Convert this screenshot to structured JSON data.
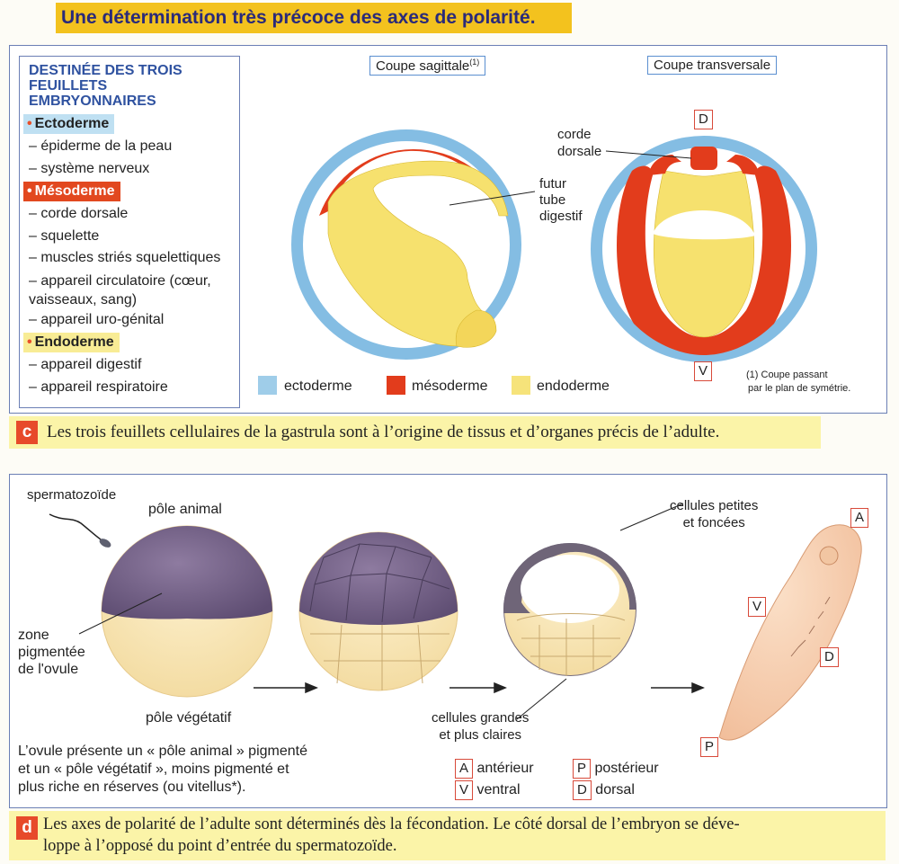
{
  "title": "Une détermination très précoce des axes de polarité.",
  "legend": {
    "title_lines": [
      "DESTINÉE DES TROIS",
      "FEUILLETS",
      "EMBRYONNAIRES"
    ],
    "ectoderme": {
      "label": "Ectoderme",
      "items": [
        "– épiderme de la peau",
        "– système nerveux"
      ]
    },
    "mesoderme": {
      "label": "Mésoderme",
      "items": [
        "– corde dorsale",
        "– squelette",
        "– muscles striés squelettiques",
        "– appareil circulatoire (cœur,",
        "vaisseaux, sang)",
        "– appareil uro-génital"
      ]
    },
    "endoderme": {
      "label": "Endoderme",
      "items": [
        "– appareil digestif",
        "– appareil respiratoire"
      ]
    }
  },
  "diagram_c": {
    "sagittal_label": "Coupe sagittale",
    "sagittal_sup": "(1)",
    "transverse_label": "Coupe transversale",
    "futur_tube": [
      "futur",
      "tube",
      "digestif"
    ],
    "corde": [
      "corde",
      "dorsale"
    ],
    "D": "D",
    "V": "V",
    "key": [
      {
        "label": "ectoderme",
        "color": "#9fcde9"
      },
      {
        "label": "mésoderme",
        "color": "#e23c1c"
      },
      {
        "label": "endoderme",
        "color": "#f6e37a"
      }
    ],
    "footnote": [
      "(1) Coupe passant",
      "par le plan de symétrie."
    ]
  },
  "caption_c": {
    "letter": "c",
    "text": "Les trois feuillets cellulaires de la gastrula sont à l’origine de tissus et d’organes précis de l’adulte."
  },
  "diagram_d": {
    "spermatozoide": "spermatozoïde",
    "pole_animal": "pôle animal",
    "pole_vegetatif": "pôle végétatif",
    "zone": [
      "zone",
      "pigmentée",
      "de l'ovule"
    ],
    "cellules_petites": [
      "cellules petites",
      "et foncées"
    ],
    "cellules_grandes": [
      "cellules grandes",
      "et plus claires"
    ],
    "A": "A",
    "V": "V",
    "D": "D",
    "P": "P",
    "text": [
      "L’ovule présente un « pôle animal » pigmenté",
      "et un « pôle végétatif », moins pigmenté et",
      "plus riche en réserves (ou vitellus*)."
    ],
    "axes": [
      {
        "letter": "A",
        "label": "antérieur"
      },
      {
        "letter": "P",
        "label": "postérieur"
      },
      {
        "letter": "V",
        "label": "ventral"
      },
      {
        "letter": "D",
        "label": "dorsal"
      }
    ]
  },
  "caption_d": {
    "letter": "d",
    "line1": "Les axes de polarité de l’adulte sont déterminés dès la fécondation. Le côté dorsal de l’embryon se déve-",
    "line2": "loppe à l’opposé du point d’entrée du spermatozoïde."
  }
}
